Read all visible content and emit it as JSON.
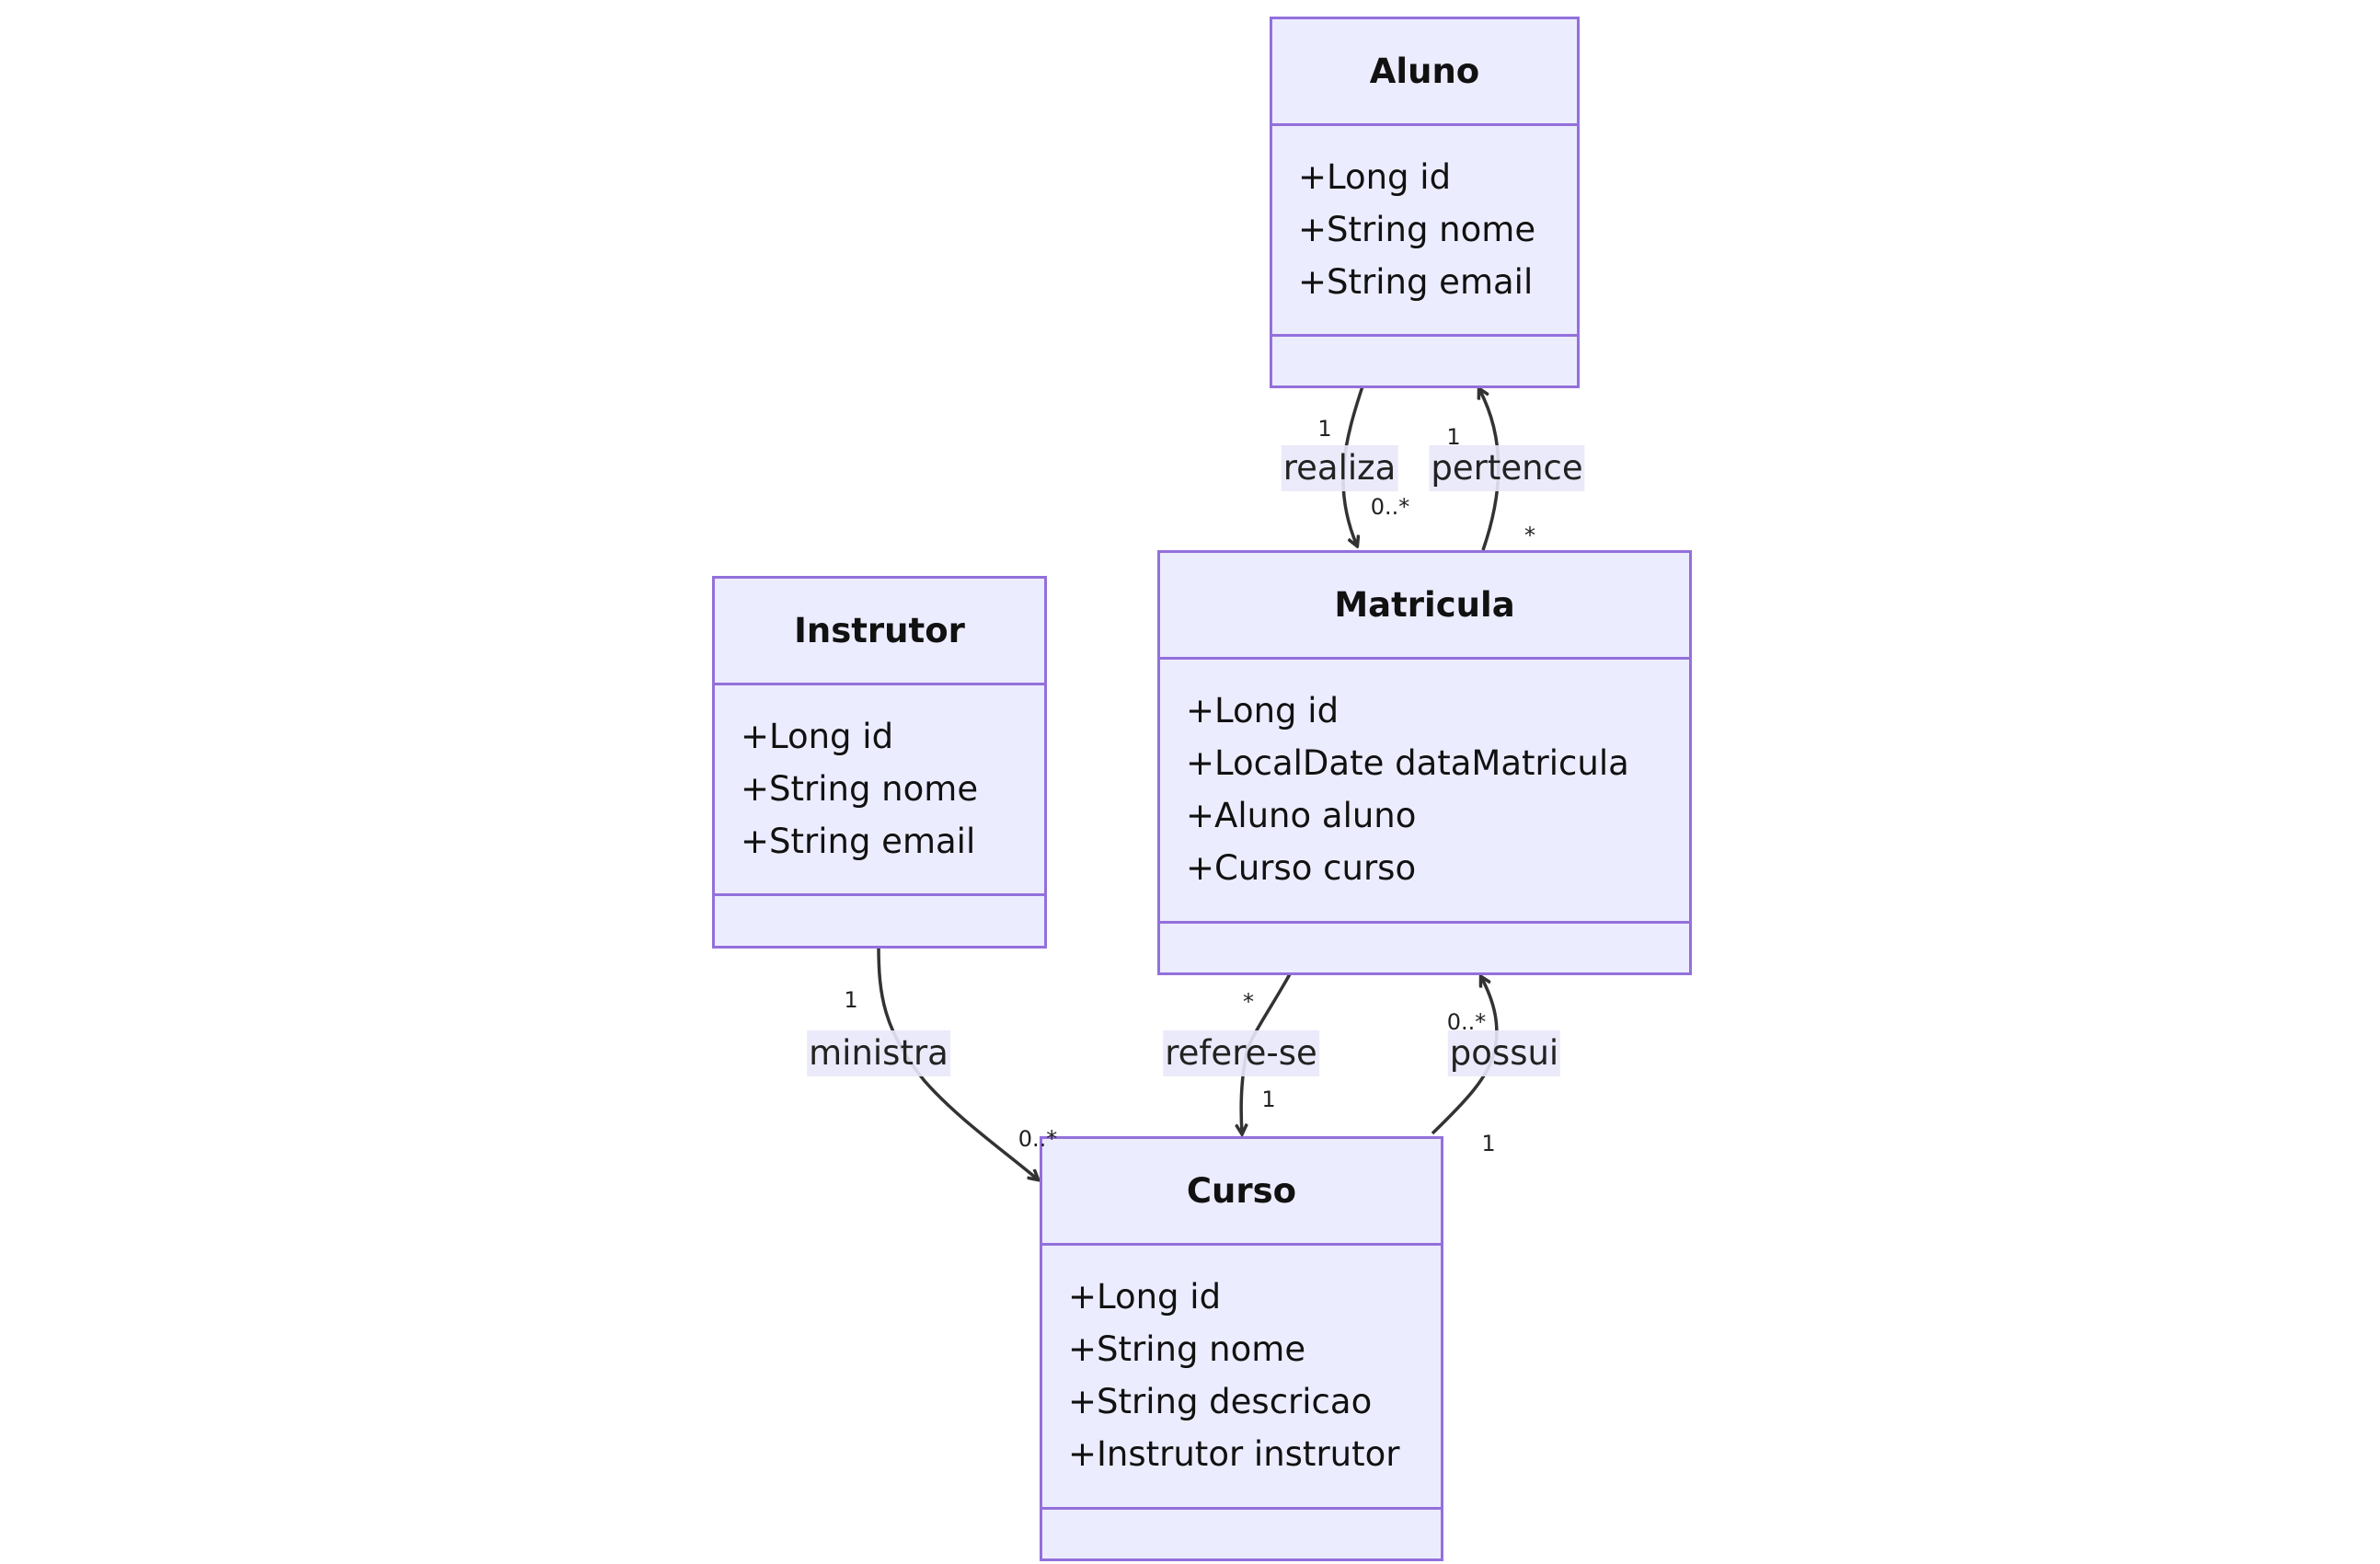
{
  "colors": {
    "box_fill": "#ececff",
    "box_border": "#9370db",
    "line": "#333333",
    "label_bg": "#e8e8fa"
  },
  "classes": {
    "aluno": {
      "name": "Aluno",
      "attributes": [
        "+Long id",
        "+String nome",
        "+String email"
      ]
    },
    "matricula": {
      "name": "Matricula",
      "attributes": [
        "+Long id",
        "+LocalDate dataMatricula",
        "+Aluno aluno",
        "+Curso curso"
      ]
    },
    "instrutor": {
      "name": "Instrutor",
      "attributes": [
        "+Long id",
        "+String nome",
        "+String email"
      ]
    },
    "curso": {
      "name": "Curso",
      "attributes": [
        "+Long id",
        "+String nome",
        "+String descricao",
        "+Instrutor instrutor"
      ]
    }
  },
  "relations": {
    "realiza": {
      "from": "Aluno",
      "to": "Matricula",
      "label": "realiza",
      "from_mult": "1",
      "to_mult": "0..*"
    },
    "pertence": {
      "from": "Matricula",
      "to": "Aluno",
      "label": "pertence",
      "from_mult": "*",
      "to_mult": "1"
    },
    "ministra": {
      "from": "Instrutor",
      "to": "Curso",
      "label": "ministra",
      "from_mult": "1",
      "to_mult": "0..*"
    },
    "refere_se": {
      "from": "Matricula",
      "to": "Curso",
      "label": "refere-se",
      "from_mult": "*",
      "to_mult": "1"
    },
    "possui": {
      "from": "Curso",
      "to": "Matricula",
      "label": "possui",
      "from_mult": "1",
      "to_mult": "0..*"
    }
  }
}
